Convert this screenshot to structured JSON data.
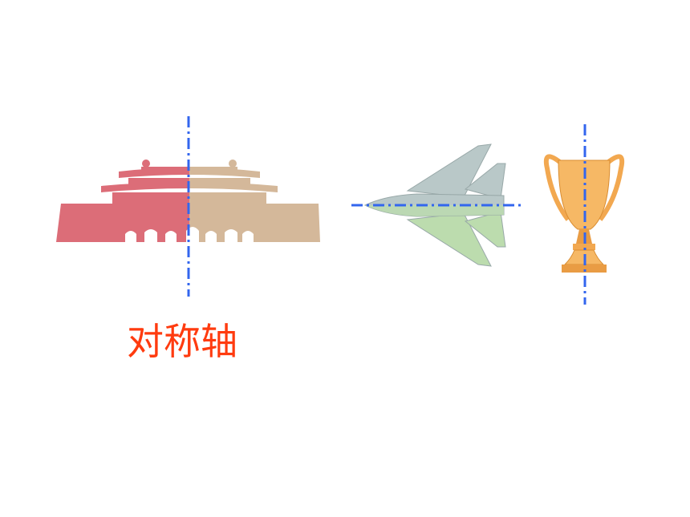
{
  "caption": {
    "text": "对称轴",
    "color": "#ff3b0f"
  },
  "colors": {
    "axis_line": "#3366ee",
    "gate_left": "#dc6d78",
    "gate_right": "#d4b89a",
    "jet_body": "#b9c8c8",
    "jet_tail": "#bcdcae",
    "trophy": "#f2a850"
  },
  "figures": [
    {
      "name": "gate-tower",
      "axis": "vertical"
    },
    {
      "name": "fighter-jet",
      "axis": "horizontal"
    },
    {
      "name": "trophy-cup",
      "axis": "vertical"
    }
  ]
}
